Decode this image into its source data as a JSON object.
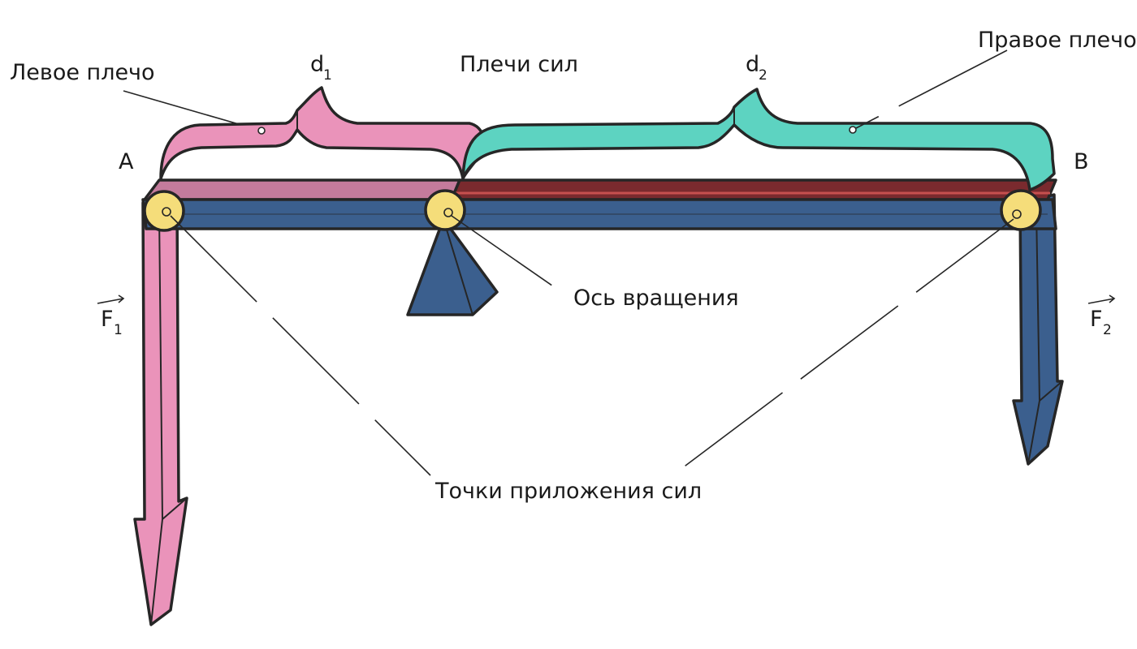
{
  "labels": {
    "left_arm": "Левое плечо",
    "right_arm": "Правое плечо",
    "arms": "Плечи сил",
    "axis": "Ось вращения",
    "points": "Точки приложения сил",
    "point_a": "A",
    "point_b": "B"
  },
  "symbols": {
    "d1": {
      "main": "d",
      "sub": "1"
    },
    "d2": {
      "main": "d",
      "sub": "2"
    },
    "f1": {
      "main": "F",
      "sub": "1"
    },
    "f2": {
      "main": "F",
      "sub": "2"
    }
  },
  "colors": {
    "left_arm": "#ea93ba",
    "right_arm": "#5dd3c1",
    "beam": "#3b5f8e",
    "beam_top_left": "#c47b9c",
    "beam_top_right": "#7a2a2e",
    "pivot": "#f5dd7a",
    "outline": "#262626"
  }
}
